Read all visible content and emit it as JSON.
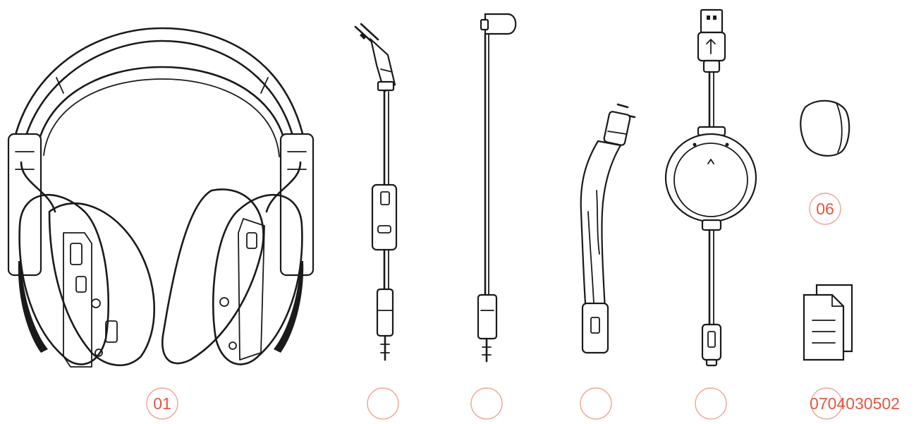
{
  "callouts": {
    "headset": "01",
    "cable_3_5mm": "",
    "cable_2_5mm": "",
    "boom_mic": "",
    "usb_dongle_cable": "",
    "windscreen": "06",
    "documents": "0704030502"
  },
  "colors": {
    "line_art": "#1a1a1a",
    "callout_text": "#e2573f",
    "callout_ring": "#f0a597",
    "background": "#ffffff"
  }
}
